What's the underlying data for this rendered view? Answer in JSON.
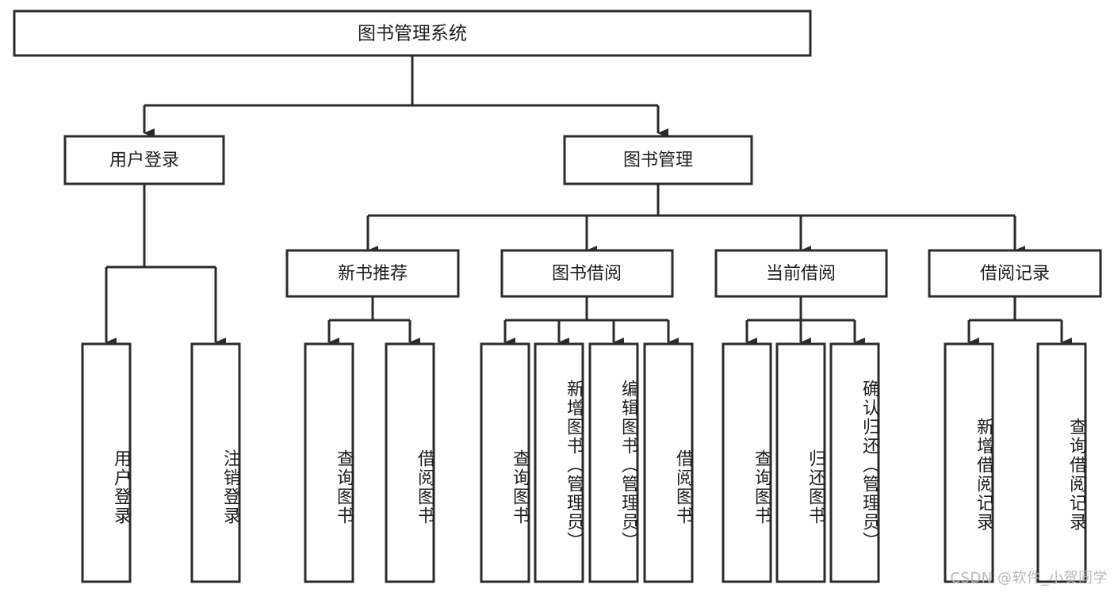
{
  "diagram": {
    "title": "图书管理系统",
    "type": "tree-hierarchy-chart",
    "watermark": "CSDN @软件_小贺同学",
    "colors": {
      "background": "#ffffff",
      "box_fill": "#ffffff",
      "box_stroke": "#2b2b2b",
      "text": "#1d1d1d",
      "watermark": "#b9b9b9"
    },
    "levels": {
      "root": {
        "label": "图书管理系统"
      },
      "level2": [
        {
          "label": "用户登录"
        },
        {
          "label": "图书管理"
        }
      ],
      "level3": [
        {
          "label": "新书推荐"
        },
        {
          "label": "图书借阅"
        },
        {
          "label": "当前借阅"
        },
        {
          "label": "借阅记录"
        }
      ],
      "leaves": [
        {
          "label": "用户登录",
          "parent": "用户登录"
        },
        {
          "label": "注销登录",
          "parent": "用户登录"
        },
        {
          "label": "查询图书",
          "parent": "新书推荐"
        },
        {
          "label": "借阅图书",
          "parent": "新书推荐"
        },
        {
          "label": "查询图书",
          "parent": "图书借阅"
        },
        {
          "label": "新增图书（管理员）",
          "parent": "图书借阅"
        },
        {
          "label": "编辑图书（管理员）",
          "parent": "图书借阅"
        },
        {
          "label": "借阅图书",
          "parent": "图书借阅"
        },
        {
          "label": "查询图书",
          "parent": "当前借阅"
        },
        {
          "label": "归还图书",
          "parent": "当前借阅"
        },
        {
          "label": "确认归还（管理员）",
          "parent": "当前借阅"
        },
        {
          "label": "新增借阅记录",
          "parent": "借阅记录"
        },
        {
          "label": "查询借阅记录",
          "parent": "借阅记录"
        }
      ]
    }
  }
}
